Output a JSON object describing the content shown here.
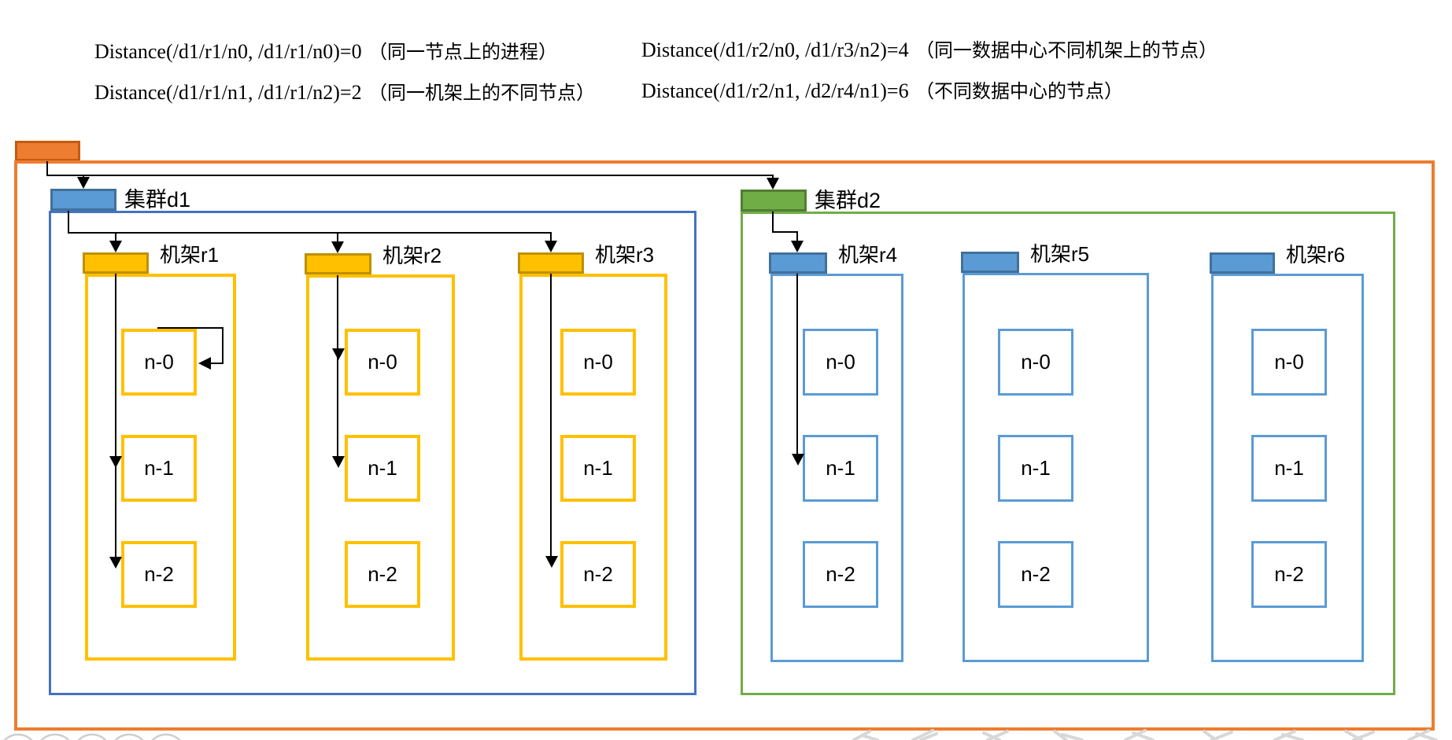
{
  "annotations": {
    "left": [
      {
        "formula": "Distance(/d1/r1/n0, /d1/r1/n0)=0",
        "note": "（同一节点上的进程）"
      },
      {
        "formula": "Distance(/d1/r1/n1, /d1/r1/n2)=2",
        "note": "（同一机架上的不同节点）"
      }
    ],
    "right": [
      {
        "formula": "Distance(/d1/r2/n0, /d1/r3/n2)=4",
        "note": "（同一数据中心不同机架上的节点）"
      },
      {
        "formula": "Distance(/d1/r2/n1, /d2/r4/n1)=6",
        "note": "（不同数据中心的节点）"
      }
    ]
  },
  "clusters": [
    {
      "label": "集群d1",
      "accent": "#4472C4",
      "icon_fill": "#5B9BD5",
      "icon_border": "#41719C",
      "rack_fill": "#FFC000",
      "rack_border": "#BF9000",
      "node_border": "#FFC000",
      "racks": [
        {
          "label": "机架r1",
          "nodes": [
            "n-0",
            "n-1",
            "n-2"
          ],
          "incoming_arrow": true,
          "internal_arrows": {
            "self_loop": "n-0",
            "hits": [
              "n-1",
              "n-2"
            ]
          }
        },
        {
          "label": "机架r2",
          "nodes": [
            "n-0",
            "n-1",
            "n-2"
          ],
          "incoming_arrow": true,
          "internal_arrows": {
            "hits": [
              "n-0",
              "n-1"
            ]
          }
        },
        {
          "label": "机架r3",
          "nodes": [
            "n-0",
            "n-1",
            "n-2"
          ],
          "incoming_arrow": true,
          "internal_arrows": {
            "hits": [
              "n-2"
            ]
          }
        }
      ]
    },
    {
      "label": "集群d2",
      "accent": "#70AD47",
      "icon_fill": "#70AD47",
      "icon_border": "#507E32",
      "rack_fill": "#5B9BD5",
      "rack_border": "#41719C",
      "node_border": "#5B9BD5",
      "racks": [
        {
          "label": "机架r4",
          "nodes": [
            "n-0",
            "n-1",
            "n-2"
          ],
          "incoming_arrow": true,
          "internal_arrows": {
            "hits": [
              "n-1"
            ]
          }
        },
        {
          "label": "机架r5",
          "nodes": [
            "n-0",
            "n-1",
            "n-2"
          ],
          "incoming_arrow": false,
          "internal_arrows": {}
        },
        {
          "label": "机架r6",
          "nodes": [
            "n-0",
            "n-1",
            "n-2"
          ],
          "incoming_arrow": false,
          "internal_arrows": {}
        }
      ]
    }
  ],
  "root": {
    "fill": "#ED7D31",
    "border": "#C55A11"
  },
  "colors": {
    "connector": "#000000",
    "watermark": "#CFCFCF"
  }
}
